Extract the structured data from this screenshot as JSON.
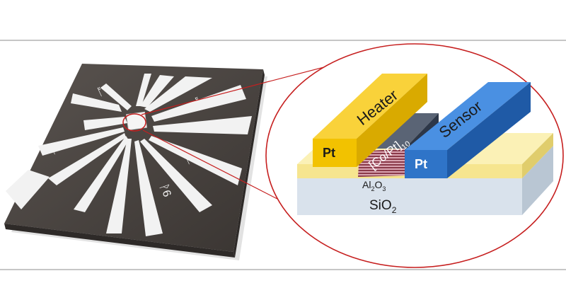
{
  "labels": {
    "heater": "Heater",
    "sensor": "Sensor",
    "pt_left": "Pt",
    "pt_right": "Pt",
    "copt_main": "[Co/Pt]",
    "copt_sub": "10",
    "al_main": "Al",
    "al_sub2": "2",
    "al_o": "O",
    "al_sub3": "3",
    "sio_main": "SiO",
    "sio_sub": "2",
    "chip_mark_1": "ᚩ",
    "chip_mark_2": "ᚩ",
    "chip_mark_3": "ᚩ",
    "chip_mark_4": "ᚩ",
    "chip_text": "ᚹ6"
  },
  "colors": {
    "heater_top": "#F5C518",
    "heater_front": "#F2C200",
    "heater_side": "#C99A00",
    "sensor_top": "#3B82D6",
    "sensor_front": "#2F74C8",
    "sensor_side": "#1F4F8F",
    "copt_top": "#4A5568",
    "copt_side": "#2D3748",
    "yellow_layer": "#FBF1B6",
    "sio_layer": "#D9E2EC",
    "ellipse": "#C61F1F",
    "chip_dark": "#4A4541",
    "chip_light": "#F2F2F2"
  }
}
